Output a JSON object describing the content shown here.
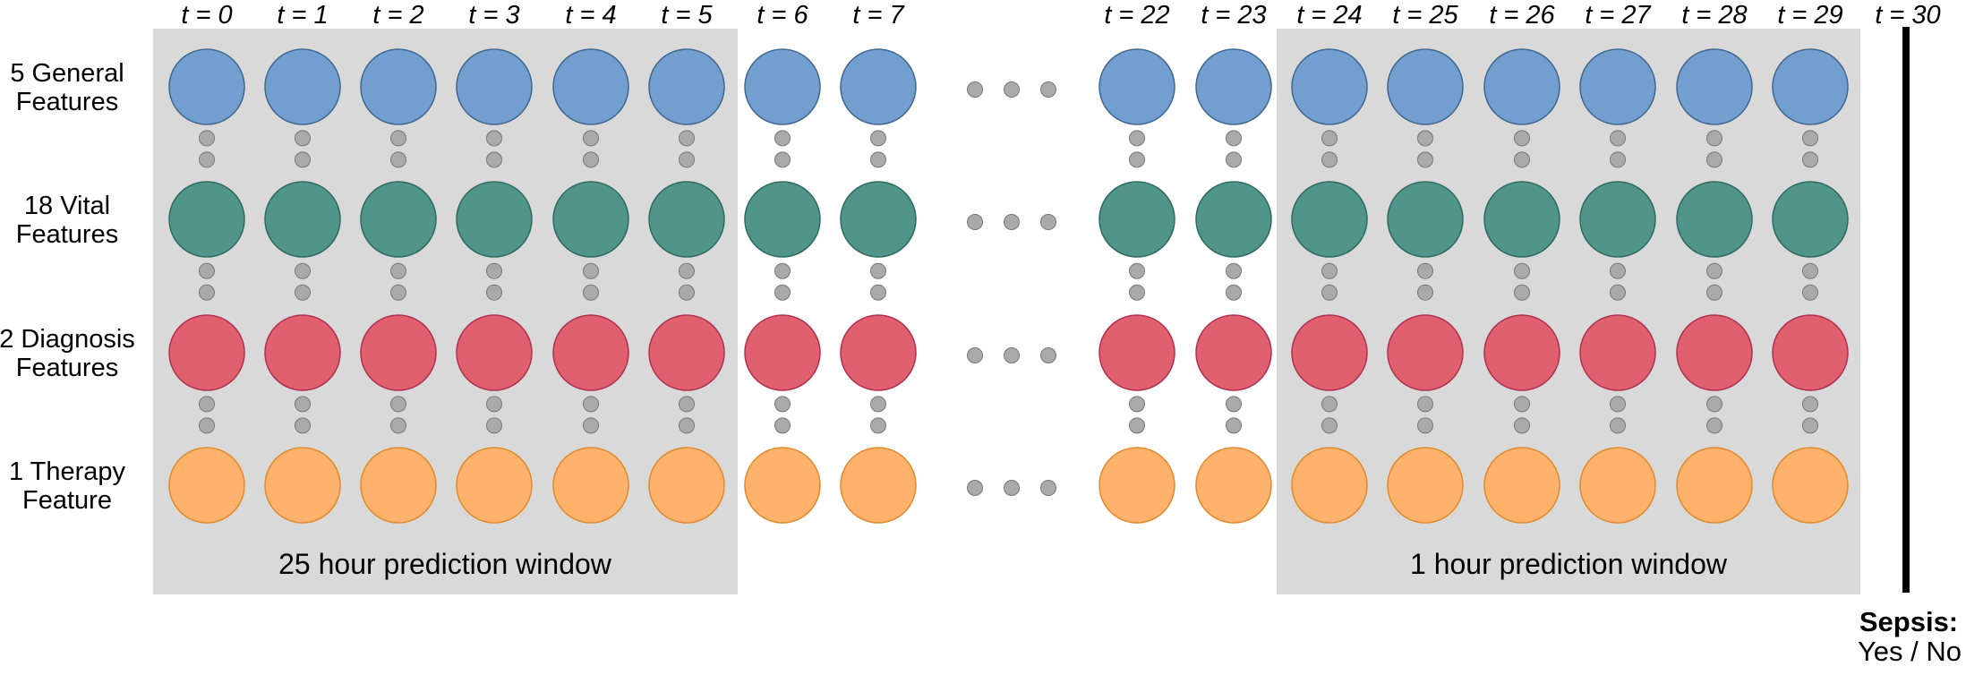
{
  "time_labels": [
    "t = 0",
    "t = 1",
    "t = 2",
    "t = 3",
    "t = 4",
    "t = 5",
    "t = 6",
    "t = 7",
    "t = 22",
    "t = 23",
    "t = 24",
    "t = 25",
    "t = 26",
    "t = 27",
    "t = 28",
    "t = 29"
  ],
  "end_time_label": "t = 30",
  "rows": [
    {
      "label_lines": [
        "5 General",
        "Features"
      ],
      "color": "#729fcf",
      "stroke": "#3f6790"
    },
    {
      "label_lines": [
        "18 Vital",
        "Features"
      ],
      "color": "#519489",
      "stroke": "#2e6a60"
    },
    {
      "label_lines": [
        "2 Diagnosis",
        "Features"
      ],
      "color": "#e06070",
      "stroke": "#b03050"
    },
    {
      "label_lines": [
        "1 Therapy",
        "Feature"
      ],
      "color": "#ffb26b",
      "stroke": "#e08a2e"
    }
  ],
  "windows": [
    {
      "label": "25 hour prediction window"
    },
    {
      "label": "1 hour prediction window"
    }
  ],
  "outcome": {
    "title": "Sepsis:",
    "values": "Yes / No"
  },
  "colors": {
    "window_fill": "#d9d9d9",
    "small_dot": "#aaaaaa",
    "small_dot_stroke": "#777777",
    "end_bar": "#000000"
  }
}
